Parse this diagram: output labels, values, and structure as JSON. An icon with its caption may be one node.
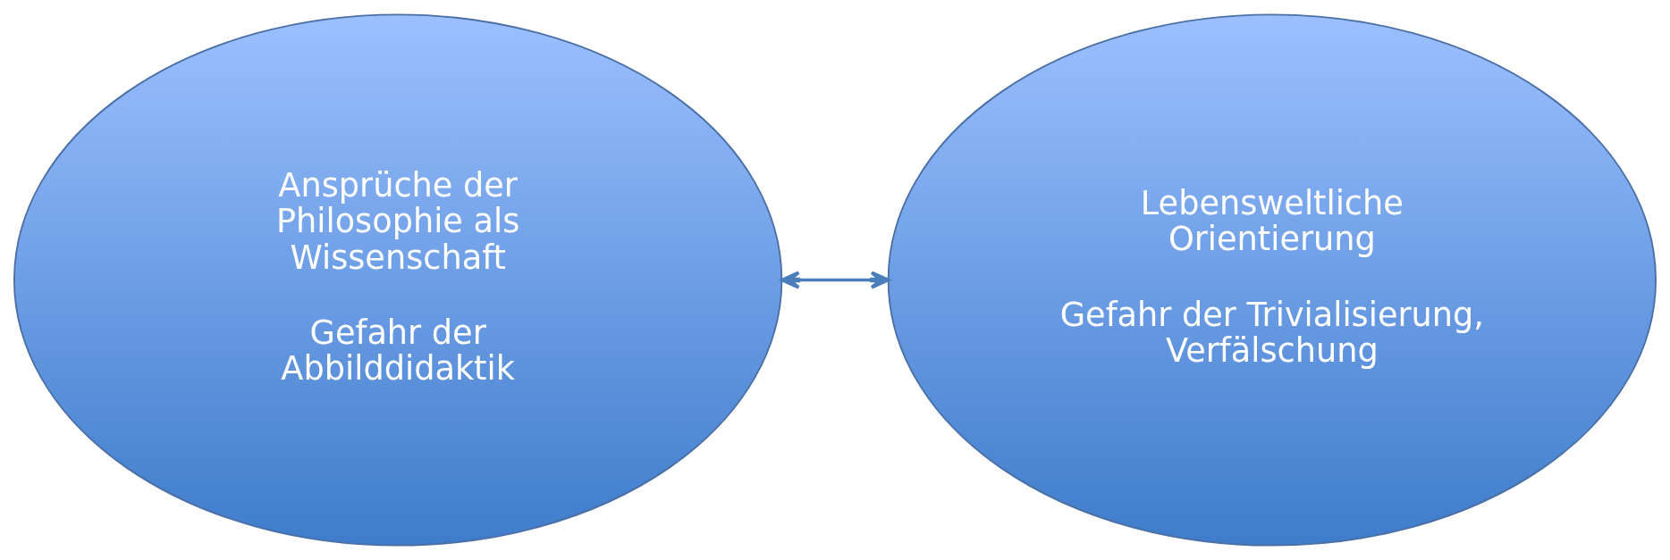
{
  "diagram": {
    "nodes": [
      {
        "text": [
          "Ansprüche der Philosophie als Wissenschaft",
          "Gefahr der Abbilddidaktik"
        ]
      },
      {
        "text": [
          "Lebensweltliche Orientierung",
          "Gefahr der Trivialisierung, Verfälschung"
        ]
      }
    ],
    "edges": [
      {
        "from": 0,
        "to": 1,
        "arrow": "both"
      }
    ]
  }
}
